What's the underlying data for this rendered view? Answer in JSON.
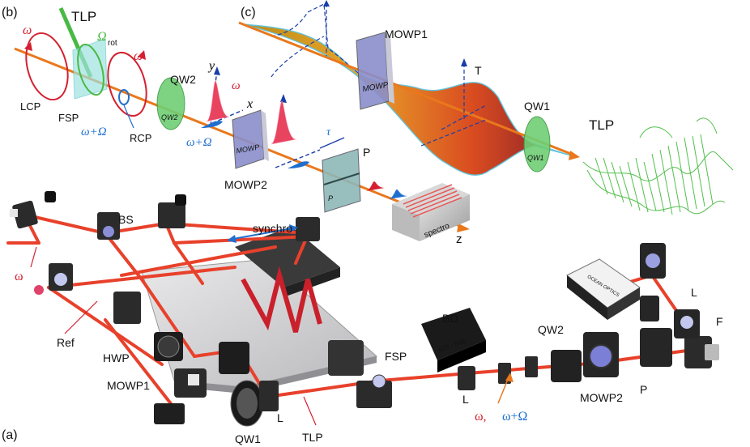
{
  "panels": {
    "a": "(a)",
    "b": "(b)",
    "c": "(c)"
  },
  "panel_b": {
    "tlp": "TLP",
    "omega_rot": "Ω",
    "omega_rot_sub": "rot",
    "omega_left": "ω",
    "omega_right": "ω",
    "omega_pulse": "ω",
    "lcp": "LCP",
    "fsp": "FSP",
    "rcp": "RCP",
    "omega_plus_Omega_1": "ω+Ω",
    "omega_plus_Omega_2": "ω+Ω",
    "qw2": "QW2",
    "qw2_plate": "QW2",
    "axis_y": "y",
    "axis_x": "x",
    "axis_z": "z",
    "mowp2": "MOWP2",
    "mowp2_plate": "MOWP",
    "tau": "τ",
    "p": "P",
    "p_plate": "P",
    "spectro": "spectro"
  },
  "panel_c": {
    "mowp1": "MOWP1",
    "mowp1_plate": "MOWP",
    "t": "T",
    "qw1": "QW1",
    "qw1_plate": "QW1",
    "tlp": "TLP"
  },
  "panel_a": {
    "bs": "BS",
    "synchro": "synchro",
    "omega": "ω",
    "ref": "Ref",
    "hwp": "HWP",
    "mowp1": "MOWP1",
    "qw1": "QW1",
    "l_left": "L",
    "tlp": "TLP",
    "fsp": "FSP",
    "bd": "BD",
    "bd_device": "ICR - RSL",
    "l_mid": "L",
    "out_omega": "ω,",
    "out_omega_plus": "ω+Ω",
    "qw2": "QW2",
    "mowp2": "MOWP2",
    "p": "P",
    "l_right": "L",
    "f": "F",
    "spectrometer_brand": "OCEAN OPTICS"
  },
  "colors": {
    "red": "#d42030",
    "blue": "#1f6fd0",
    "green": "#49b944",
    "orange": "#e9781c",
    "beam": "#e8412b"
  }
}
